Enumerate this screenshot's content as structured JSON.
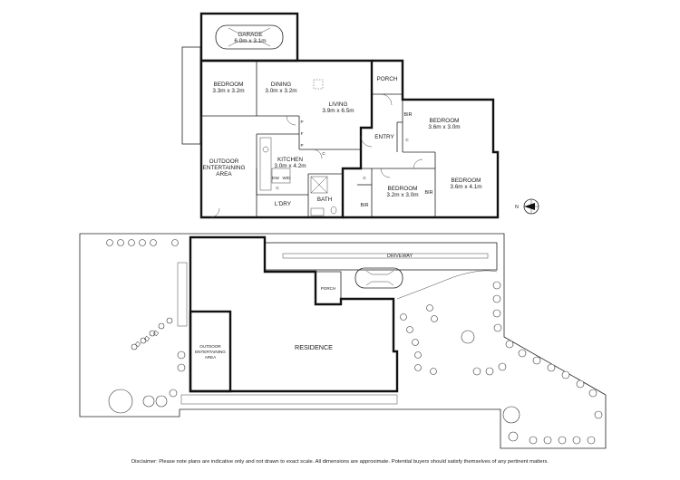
{
  "floor_plan": {
    "rooms": {
      "garage": {
        "name": "GARAGE",
        "size": "6.0m x 3.1m"
      },
      "bedroom_west": {
        "name": "BEDROOM",
        "size": "3.3m x 3.2m"
      },
      "dining": {
        "name": "DINING",
        "size": "3.0m x 3.2m"
      },
      "living": {
        "name": "LIVING",
        "size": "3.9m x 6.5m"
      },
      "porch": {
        "name": "PORCH"
      },
      "bir_1": {
        "name": "BIR"
      },
      "bedroom_north": {
        "name": "BEDROOM",
        "size": "3.6m x 3.0m"
      },
      "entry": {
        "name": "ENTRY"
      },
      "outdoor": {
        "line1": "OUTDOOR",
        "line2": "ENTERTAINING",
        "line3": "AREA"
      },
      "kitchen": {
        "name": "KITCHEN",
        "size": "3.0m x 4.2m"
      },
      "bedroom_mid": {
        "name": "BEDROOM",
        "size": "3.2m x 3.0m"
      },
      "bedroom_east": {
        "name": "BEDROOM",
        "size": "3.6m x 4.1m"
      },
      "bath": {
        "name": "BATH"
      },
      "laundry": {
        "name": "L'DRY"
      },
      "bir_2": {
        "name": "BIR"
      },
      "bir_3": {
        "name": "BIR"
      }
    },
    "fixtures": {
      "pantry_1": "P",
      "fridge": "F",
      "pantry_2": "P",
      "cupboard_kitchen": "C",
      "cupboard_laundry": "C",
      "cupboard_bed1": "C",
      "cupboard_bed2": "C",
      "dishwasher": "DW",
      "washer": "W/D"
    },
    "north_arrow": "N"
  },
  "site_plan": {
    "driveway": "DRIVEWAY",
    "porch": "PORCH",
    "residence": "RESIDENCE",
    "outdoor": {
      "line1": "OUTDOOR",
      "line2": "ENTERTAINING",
      "line3": "AREA"
    }
  },
  "disclaimer": "Disclaimer: Please note plans are indicative only and not drawn to exact scale. All dimensions are approximate. Potential buyers should satisfy themselves of any pertinent matters."
}
